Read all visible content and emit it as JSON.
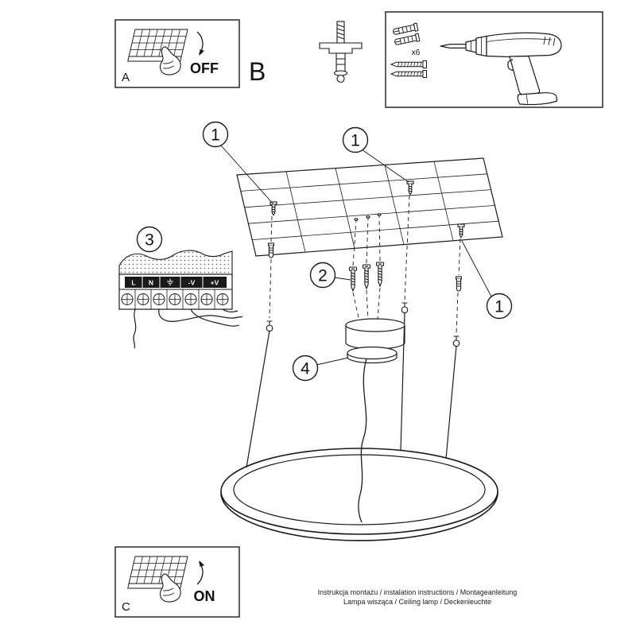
{
  "colors": {
    "ink": "#1a1a1a",
    "background": "#ffffff"
  },
  "panel_a": {
    "label": "A",
    "state": "OFF"
  },
  "panel_c": {
    "label": "C",
    "state": "ON"
  },
  "section_b": {
    "label": "B"
  },
  "hardware_box": {
    "dowel_count": "x6"
  },
  "callouts": {
    "step1": "1",
    "step2": "2",
    "step3": "3",
    "step4": "4"
  },
  "terminal_block": {
    "labels": [
      "L",
      "N",
      "-V",
      "+V"
    ],
    "earth_icon": "earth-ground-symbol"
  },
  "footer": {
    "line1": "Instrukcja montażu / instalation instructions / Montageanleitung",
    "line2": "Lampa wisząca / Ceiling lamp / Deckenleuchte"
  }
}
